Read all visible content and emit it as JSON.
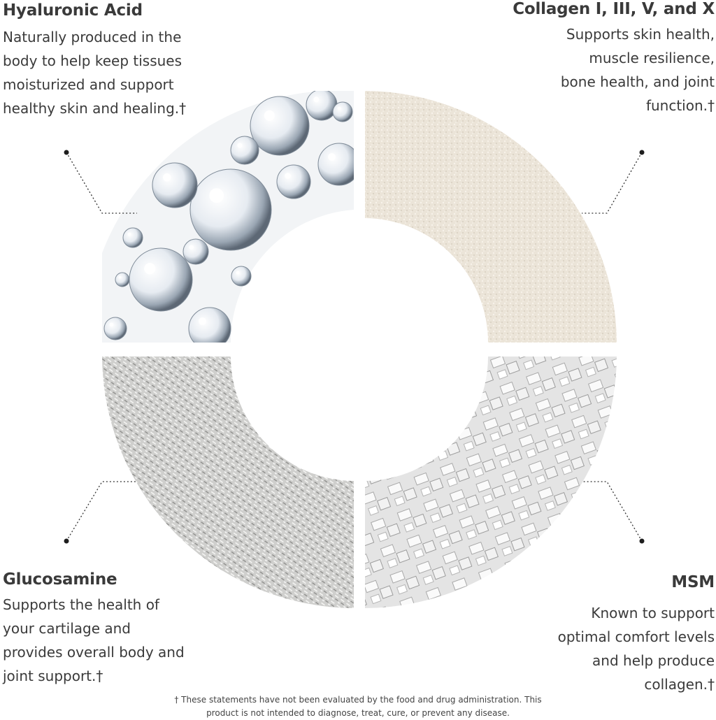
{
  "ingredients": {
    "hyaluronic_acid": {
      "title": "Hyaluronic Acid",
      "lines": [
        "Naturally produced in the",
        "body to help keep tissues",
        "moisturized and support",
        "healthy skin and healing.†"
      ]
    },
    "collagen": {
      "title": "Collagen I, III, V, and X",
      "lines": [
        "Supports skin health,",
        "muscle resilience,",
        "bone health, and joint",
        "function.†"
      ]
    },
    "glucosamine": {
      "title": "Glucosamine",
      "lines": [
        "Supports the health of",
        "your cartilage and",
        "provides overall body and",
        "joint support.†"
      ]
    },
    "msm": {
      "title": "MSM",
      "lines": [
        "Known to support",
        "optimal comfort levels",
        "and help produce",
        "collagen.†"
      ]
    }
  },
  "disclaimer": {
    "line1": "† These statements have not been evaluated by the food and drug administration. This",
    "line2": "product is not intended to diagnose, treat, cure, or prevent any disease."
  },
  "colors": {
    "text": "#3a3a3a",
    "hyaluronic_fill": "#c9d1da",
    "collagen_fill": "#e9e2d6",
    "glucosamine_fill": "#c9c9c7",
    "msm_fill": "#dcdcdc"
  }
}
